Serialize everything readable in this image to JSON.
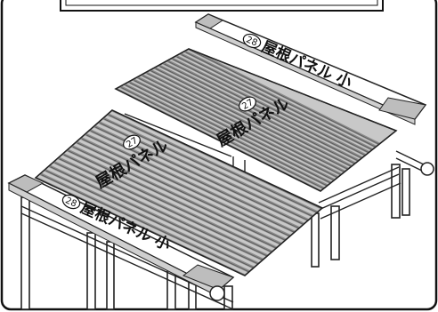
{
  "labels": {
    "upper_small": {
      "number": "28",
      "text": "屋根パネル 小"
    },
    "upper_mid": {
      "number": "27",
      "text": "屋根パネル"
    },
    "lower_mid": {
      "number": "27",
      "text": "屋根パネル"
    },
    "lower_small": {
      "number": "28",
      "text": "屋根パネル 小"
    }
  },
  "colors": {
    "line": "#222222",
    "ridge_panel": "#c8c8c8",
    "ridge_stripe": "#8a8a8a",
    "ridge_edge": "#555555",
    "end_panel": "#cfcfcf"
  }
}
